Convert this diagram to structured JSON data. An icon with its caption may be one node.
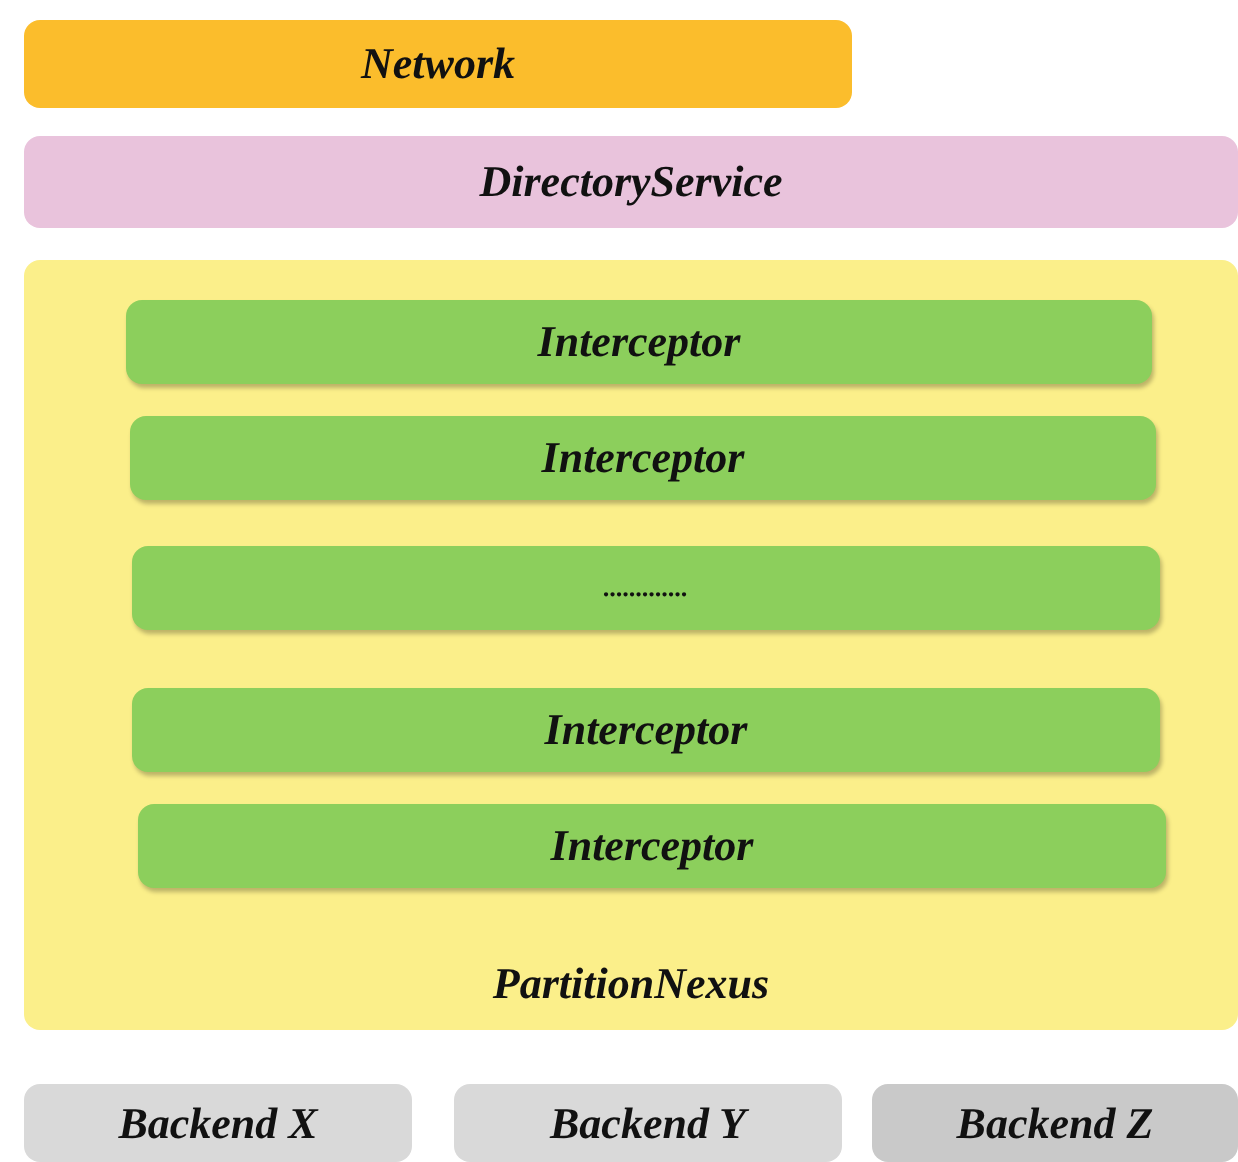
{
  "diagram": {
    "nodes": [
      {
        "text": [
          "Network"
        ]
      },
      {
        "text": [
          "DirectoryService"
        ]
      },
      {
        "text": [
          "PartitionNexus"
        ]
      },
      {
        "text": [
          "Interceptor"
        ],
        "in": 2
      },
      {
        "text": [
          "Interceptor"
        ],
        "in": 2
      },
      {
        "text": [
          "............."
        ],
        "in": 2
      },
      {
        "text": [
          "Interceptor"
        ],
        "in": 2
      },
      {
        "text": [
          "Interceptor"
        ],
        "in": 2
      },
      {
        "text": [
          "Backend X"
        ]
      },
      {
        "text": [
          "Backend Y"
        ]
      },
      {
        "text": [
          "Backend Z"
        ]
      }
    ],
    "edges": []
  }
}
